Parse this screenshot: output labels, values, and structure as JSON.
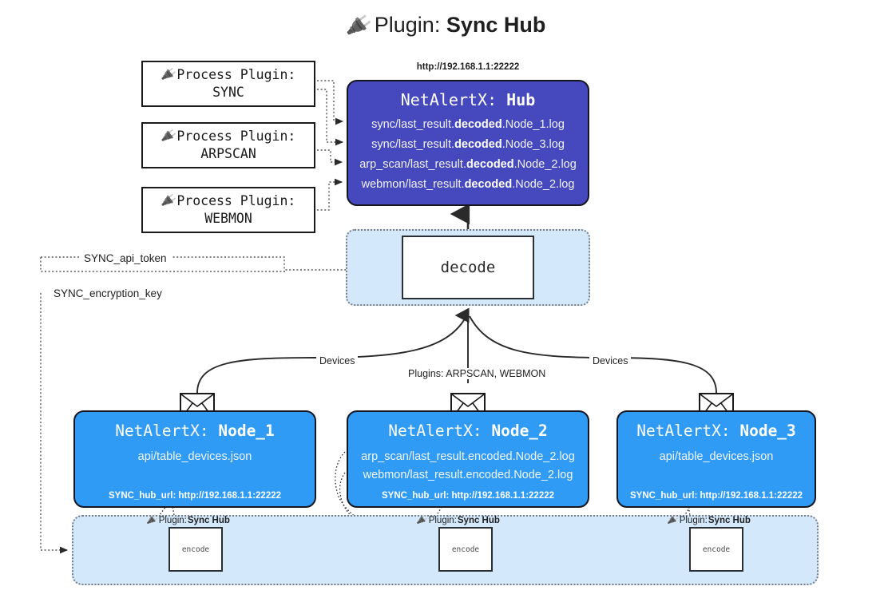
{
  "title": {
    "icon": "plug-icon",
    "prefix": "Plugin: ",
    "name": "Sync Hub"
  },
  "process_plugins": [
    {
      "label": "Process Plugin:",
      "name": "SYNC",
      "icon": "plug-icon"
    },
    {
      "label": "Process Plugin:",
      "name": "ARPSCAN",
      "icon": "plug-icon"
    },
    {
      "label": "Process Plugin:",
      "name": "WEBMON",
      "icon": "plug-icon"
    }
  ],
  "hub": {
    "url": "http://192.168.1.1:22222",
    "header_prefix": "NetAlertX: ",
    "header_name": "Hub",
    "lines": [
      {
        "pre": "sync/last_result.",
        "em": "decoded",
        "post": ".Node_1.log"
      },
      {
        "pre": "sync/last_result.",
        "em": "decoded",
        "post": ".Node_3.log"
      },
      {
        "pre": "arp_scan/last_result.",
        "em": "decoded",
        "post": ".Node_2.log"
      },
      {
        "pre": "webmon/last_result.",
        "em": "decoded",
        "post": ".Node_2.log"
      }
    ]
  },
  "decode": {
    "label": "decode"
  },
  "keys": [
    {
      "label": "SYNC_api_token"
    },
    {
      "label": "SYNC_encryption_key"
    }
  ],
  "edge_labels": {
    "devices_left": "Devices",
    "devices_right": "Devices",
    "plugins_center": "Plugins: ARPSCAN, WEBMON"
  },
  "nodes": [
    {
      "header_prefix": "NetAlertX: ",
      "header_name": "Node_1",
      "lines": [
        "api/table_devices.json"
      ],
      "hub_url": "SYNC_hub_url: http://192.168.1.1:22222",
      "envelope_icon": "envelope-icon"
    },
    {
      "header_prefix": "NetAlertX: ",
      "header_name": "Node_2",
      "lines": [
        "arp_scan/last_result.encoded.Node_2.log",
        "webmon/last_result.encoded.Node_2.log"
      ],
      "hub_url": "SYNC_hub_url: http://192.168.1.1:22222",
      "envelope_icon": "envelope-icon"
    },
    {
      "header_prefix": "NetAlertX: ",
      "header_name": "Node_3",
      "lines": [
        "api/table_devices.json"
      ],
      "hub_url": "SYNC_hub_url: http://192.168.1.1:22222",
      "envelope_icon": "envelope-icon"
    }
  ],
  "encoders": [
    {
      "plugin_prefix": "Plugin: ",
      "plugin_name": "Sync Hub",
      "label": "encode",
      "icon": "plug-icon"
    },
    {
      "plugin_prefix": "Plugin: ",
      "plugin_name": "Sync Hub",
      "label": "encode",
      "icon": "plug-icon"
    },
    {
      "plugin_prefix": "Plugin: ",
      "plugin_name": "Sync Hub",
      "label": "encode",
      "icon": "plug-icon"
    }
  ],
  "colors": {
    "hub": "#4549bd",
    "node": "#2f9bf5",
    "container": "#d4e8fb",
    "stroke": "#15161f"
  }
}
